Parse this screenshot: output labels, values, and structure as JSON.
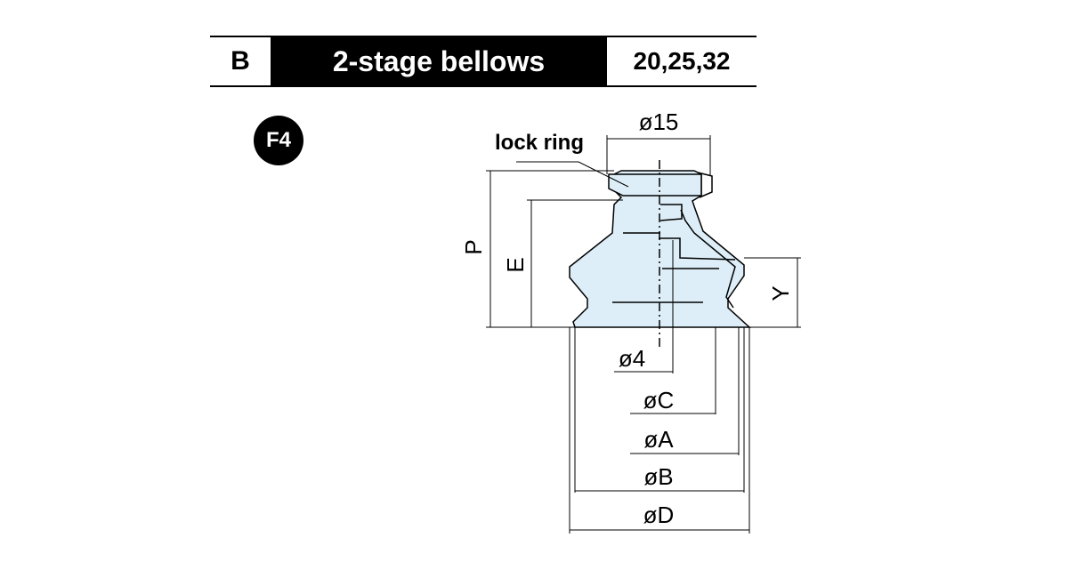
{
  "header": {
    "code": "B",
    "title": "2-stage bellows",
    "sizes": "20,25,32"
  },
  "badge": "F4",
  "labels": {
    "d15": "ø15",
    "lock_ring": "lock ring",
    "p": "P",
    "e": "E",
    "y": "Y",
    "d4": "ø4",
    "dc": "øC",
    "da": "øA",
    "db": "øB",
    "dd": "øD"
  },
  "colors": {
    "body_fill": "#ddeef8",
    "line": "#000000"
  }
}
